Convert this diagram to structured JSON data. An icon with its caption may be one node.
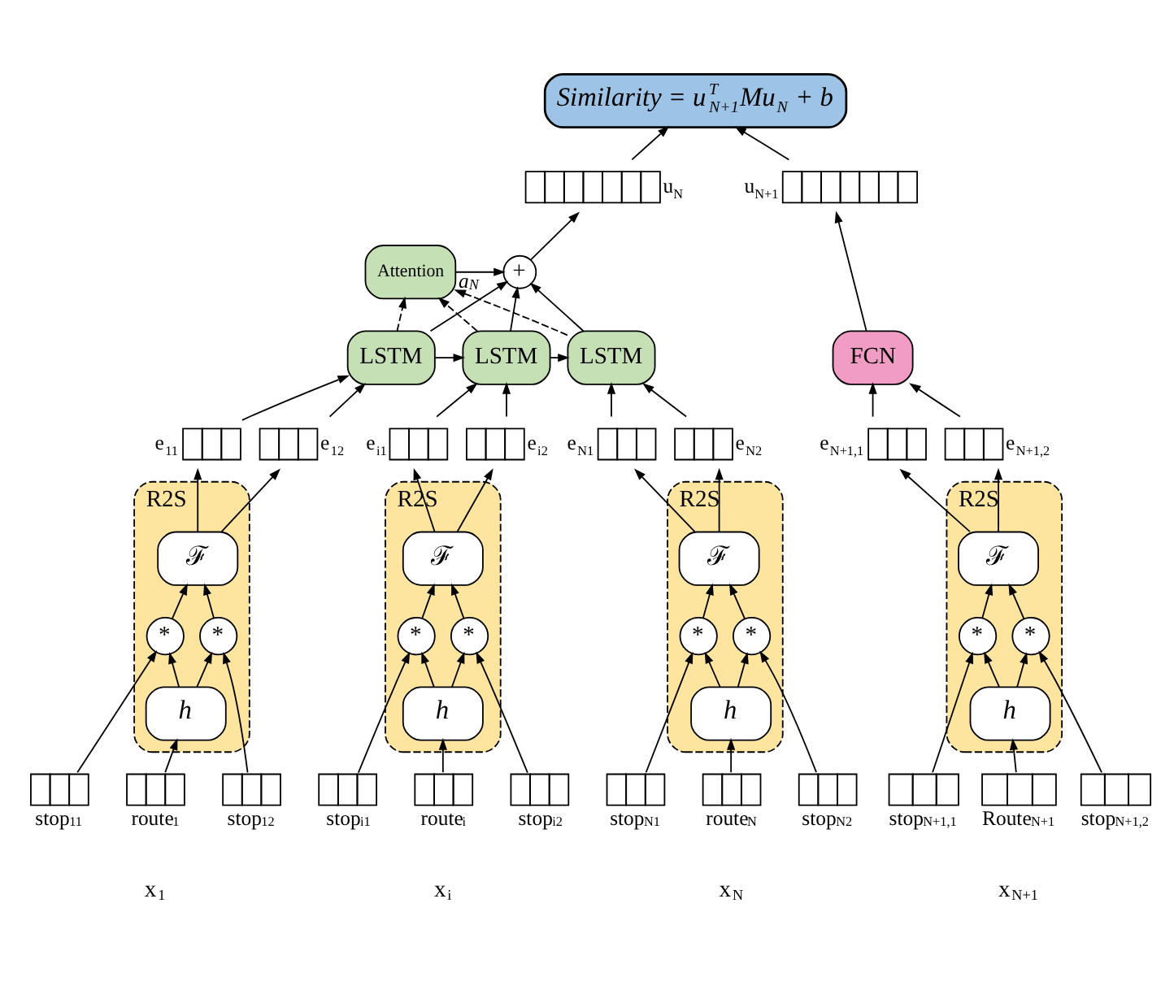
{
  "diagram": {
    "nodes": [
      {
        "text": [
          "Similarity = u$^{T}$$_{N+1}$Mu$_{N}$ + b"
        ]
      },
      {
        "text": [],
        "shape": "bar",
        "beside": [
          "u$_{N}$"
        ]
      },
      {
        "text": [],
        "shape": "bar",
        "beside": [
          "u$_{N+1}$"
        ]
      },
      {
        "text": [
          "Attention"
        ]
      },
      {
        "text": [
          "+"
        ]
      },
      {
        "text": [
          "LSTM"
        ]
      },
      {
        "text": [
          "LSTM"
        ]
      },
      {
        "text": [
          "LSTM"
        ]
      },
      {
        "text": [
          "FCN"
        ]
      },
      {
        "text": [],
        "shape": "bar",
        "beside": [
          "e$_{11}$"
        ]
      },
      {
        "text": [],
        "shape": "bar",
        "beside": [
          "e$_{12}$"
        ]
      },
      {
        "text": [
          "R2S"
        ]
      },
      {
        "text": [
          "ℱ"
        ],
        "in": 11
      },
      {
        "text": [
          "*"
        ],
        "in": 11
      },
      {
        "text": [
          "*"
        ],
        "in": 11
      },
      {
        "text": [
          "h"
        ],
        "in": 11
      },
      {
        "text": [],
        "shape": "bar",
        "beside": [
          "stop$_{11}$"
        ]
      },
      {
        "text": [],
        "shape": "bar",
        "beside": [
          "route$_{1}$"
        ]
      },
      {
        "text": [],
        "shape": "bar",
        "beside": [
          "stop$_{12}$"
        ]
      },
      {
        "text": [],
        "shape": "bar",
        "beside": [
          "e$_{i1}$"
        ]
      },
      {
        "text": [],
        "shape": "bar",
        "beside": [
          "e$_{i2}$"
        ]
      },
      {
        "text": [
          "R2S"
        ]
      },
      {
        "text": [
          "ℱ"
        ],
        "in": 21
      },
      {
        "text": [
          "*"
        ],
        "in": 21
      },
      {
        "text": [
          "*"
        ],
        "in": 21
      },
      {
        "text": [
          "h"
        ],
        "in": 21
      },
      {
        "text": [],
        "shape": "bar",
        "beside": [
          "stop$_{i1}$"
        ]
      },
      {
        "text": [],
        "shape": "bar",
        "beside": [
          "route$_{i}$"
        ]
      },
      {
        "text": [],
        "shape": "bar",
        "beside": [
          "stop$_{i2}$"
        ]
      },
      {
        "text": [],
        "shape": "bar",
        "beside": [
          "e$_{N1}$"
        ]
      },
      {
        "text": [],
        "shape": "bar",
        "beside": [
          "e$_{N2}$"
        ]
      },
      {
        "text": [
          "R2S"
        ]
      },
      {
        "text": [
          "ℱ"
        ],
        "in": 31
      },
      {
        "text": [
          "*"
        ],
        "in": 31
      },
      {
        "text": [
          "*"
        ],
        "in": 31
      },
      {
        "text": [
          "h"
        ],
        "in": 31
      },
      {
        "text": [],
        "shape": "bar",
        "beside": [
          "stop$_{N1}$"
        ]
      },
      {
        "text": [],
        "shape": "bar",
        "beside": [
          "route$_{N}$"
        ]
      },
      {
        "text": [],
        "shape": "bar",
        "beside": [
          "stop$_{N2}$"
        ]
      },
      {
        "text": [],
        "shape": "bar",
        "beside": [
          "e$_{N+1,1}$"
        ]
      },
      {
        "text": [],
        "shape": "bar",
        "beside": [
          "e$_{N+1,2}$"
        ]
      },
      {
        "text": [
          "R2S"
        ]
      },
      {
        "text": [
          "ℱ"
        ],
        "in": 41
      },
      {
        "text": [
          "*"
        ],
        "in": 41
      },
      {
        "text": [
          "*"
        ],
        "in": 41
      },
      {
        "text": [
          "h"
        ],
        "in": 41
      },
      {
        "text": [],
        "shape": "bar",
        "beside": [
          "stop$_{N+1,1}$"
        ]
      },
      {
        "text": [],
        "shape": "bar",
        "beside": [
          "Route$_{N+1}$"
        ]
      },
      {
        "text": [],
        "shape": "bar",
        "beside": [
          "stop$_{N+1,2}$"
        ]
      }
    ],
    "edges": [
      {
        "from": 16,
        "to": 13,
        "arrow": "to"
      },
      {
        "from": 18,
        "to": 14,
        "arrow": "to"
      },
      {
        "from": 17,
        "to": 15,
        "arrow": "to"
      },
      {
        "from": 15,
        "to": 13,
        "arrow": "to"
      },
      {
        "from": 15,
        "to": 14,
        "arrow": "to"
      },
      {
        "from": 13,
        "to": 12,
        "arrow": "to"
      },
      {
        "from": 14,
        "to": 12,
        "arrow": "to"
      },
      {
        "from": 12,
        "to": 9,
        "arrow": "to"
      },
      {
        "from": 12,
        "to": 10,
        "arrow": "to"
      },
      {
        "from": 9,
        "to": 5,
        "arrow": "to"
      },
      {
        "from": 10,
        "to": 5,
        "arrow": "to"
      },
      {
        "from": 26,
        "to": 23,
        "arrow": "to"
      },
      {
        "from": 28,
        "to": 24,
        "arrow": "to"
      },
      {
        "from": 27,
        "to": 25,
        "arrow": "to"
      },
      {
        "from": 25,
        "to": 23,
        "arrow": "to"
      },
      {
        "from": 25,
        "to": 24,
        "arrow": "to"
      },
      {
        "from": 23,
        "to": 22,
        "arrow": "to"
      },
      {
        "from": 24,
        "to": 22,
        "arrow": "to"
      },
      {
        "from": 22,
        "to": 19,
        "arrow": "to"
      },
      {
        "from": 22,
        "to": 20,
        "arrow": "to"
      },
      {
        "from": 19,
        "to": 6,
        "arrow": "to"
      },
      {
        "from": 20,
        "to": 6,
        "arrow": "to"
      },
      {
        "from": 36,
        "to": 33,
        "arrow": "to"
      },
      {
        "from": 38,
        "to": 34,
        "arrow": "to"
      },
      {
        "from": 37,
        "to": 35,
        "arrow": "to"
      },
      {
        "from": 35,
        "to": 33,
        "arrow": "to"
      },
      {
        "from": 35,
        "to": 34,
        "arrow": "to"
      },
      {
        "from": 33,
        "to": 32,
        "arrow": "to"
      },
      {
        "from": 34,
        "to": 32,
        "arrow": "to"
      },
      {
        "from": 32,
        "to": 29,
        "arrow": "to"
      },
      {
        "from": 32,
        "to": 30,
        "arrow": "to"
      },
      {
        "from": 29,
        "to": 7,
        "arrow": "to"
      },
      {
        "from": 30,
        "to": 7,
        "arrow": "to"
      },
      {
        "from": 46,
        "to": 43,
        "arrow": "to"
      },
      {
        "from": 48,
        "to": 44,
        "arrow": "to"
      },
      {
        "from": 47,
        "to": 45,
        "arrow": "to"
      },
      {
        "from": 45,
        "to": 43,
        "arrow": "to"
      },
      {
        "from": 45,
        "to": 44,
        "arrow": "to"
      },
      {
        "from": 43,
        "to": 42,
        "arrow": "to"
      },
      {
        "from": 44,
        "to": 42,
        "arrow": "to"
      },
      {
        "from": 42,
        "to": 39,
        "arrow": "to"
      },
      {
        "from": 42,
        "to": 40,
        "arrow": "to"
      },
      {
        "from": 39,
        "to": 8,
        "arrow": "to"
      },
      {
        "from": 40,
        "to": 8,
        "arrow": "to"
      },
      {
        "from": 5,
        "to": 6,
        "arrow": "to"
      },
      {
        "from": 6,
        "to": 7,
        "arrow": "to"
      },
      {
        "from": 5,
        "to": 4,
        "arrow": "to"
      },
      {
        "from": 6,
        "to": 4,
        "arrow": "to"
      },
      {
        "from": 7,
        "to": 4,
        "arrow": "to"
      },
      {
        "from": 5,
        "to": 3,
        "arrow": "to",
        "style": "dashed"
      },
      {
        "from": 6,
        "to": 3,
        "arrow": "to",
        "style": "dashed"
      },
      {
        "from": 7,
        "to": 3,
        "arrow": "to",
        "style": "dashed"
      },
      {
        "from": 3,
        "to": 4,
        "arrow": "to",
        "label": "a$_{N}$"
      },
      {
        "from": 4,
        "to": 1,
        "arrow": "to"
      },
      {
        "from": 8,
        "to": 2,
        "arrow": "to"
      },
      {
        "from": 1,
        "to": 0,
        "arrow": "to"
      },
      {
        "from": 2,
        "to": 0,
        "arrow": "to"
      }
    ],
    "labels": [
      "x$_{1}$",
      "x$_{i}$",
      "x$_{N}$",
      "x$_{N+1}$"
    ]
  }
}
